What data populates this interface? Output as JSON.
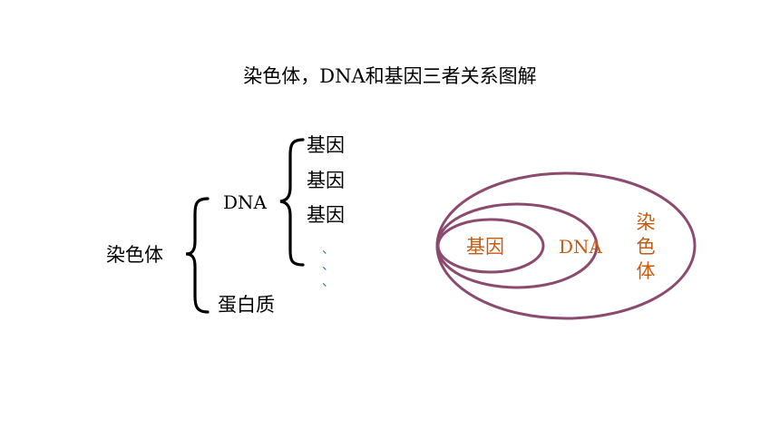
{
  "title": "染色体，DNA和基因三者关系图解",
  "tree": {
    "root": "染色体",
    "dna": "DNA",
    "protein": "蛋白质",
    "genes": [
      "基因",
      "基因",
      "基因"
    ],
    "ellipsis": [
      "、",
      "、",
      "、"
    ]
  },
  "venn": {
    "inner": "基因",
    "middle": "DNA",
    "outer": [
      "染",
      "色",
      "体"
    ],
    "stroke_color": "#8b4a6e",
    "text_color": "#c55a11"
  }
}
